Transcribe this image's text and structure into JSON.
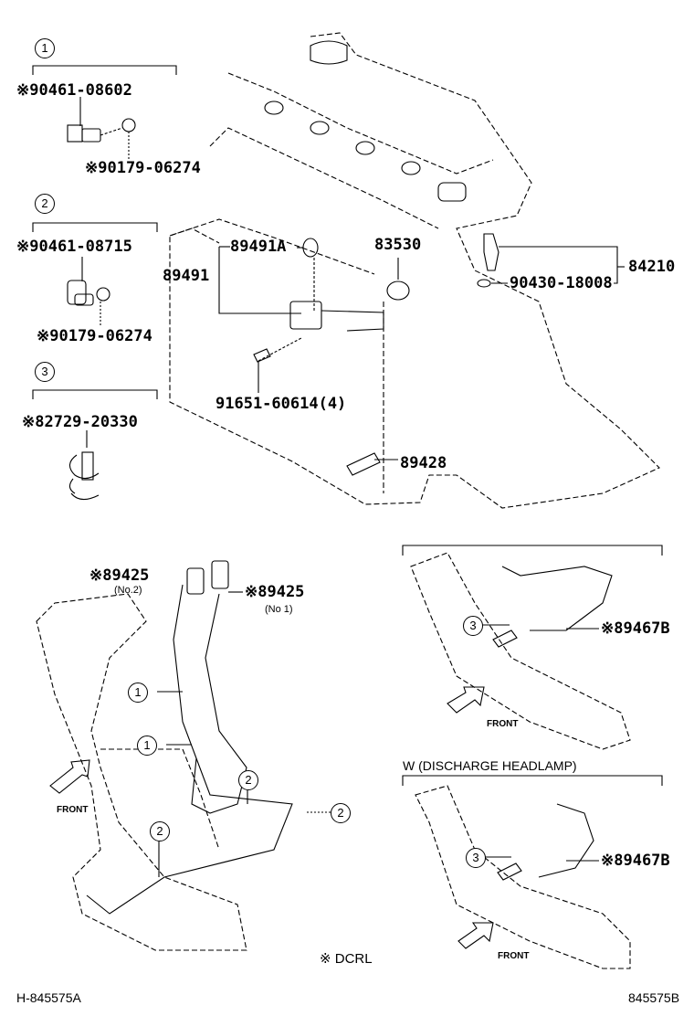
{
  "callouts": {
    "ref1": "1",
    "ref2": "2",
    "ref3": "3",
    "g1_part_a": "※90461-08602",
    "g1_part_b": "※90179-06274",
    "g2_part_a": "※90461-08715",
    "g2_part_b": "※90179-06274",
    "g3_part_a": "※82729-20330"
  },
  "engine": {
    "p89491A": "89491A",
    "p83530": "83530",
    "p84210": "84210",
    "p89491": "89491",
    "p90430": "90430-18008",
    "p91651": "91651-60614(4)",
    "p89428": "89428"
  },
  "manifold": {
    "p89425_no2": "※89425",
    "no2": "(No.2)",
    "p89425_no1": "※89425",
    "no1": "(No 1)",
    "front": "FRONT",
    "c1": "1",
    "c1b": "1",
    "c2a": "2",
    "c2b": "2",
    "c2c": "2"
  },
  "exhaust_top": {
    "ref": "3",
    "part": "※89467B",
    "front": "FRONT"
  },
  "exhaust_bottom": {
    "title": "W (DISCHARGE HEADLAMP)",
    "ref": "3",
    "part": "※89467B",
    "front": "FRONT"
  },
  "footer": {
    "note": "※ DCRL",
    "left_code": "H-845575A",
    "right_code": "845575B"
  }
}
